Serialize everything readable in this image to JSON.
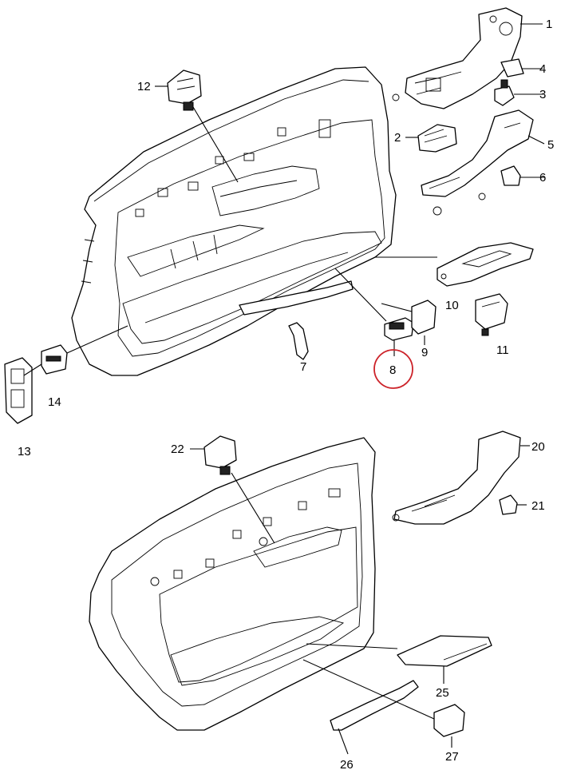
{
  "diagram": {
    "callouts": [
      {
        "id": "1",
        "label": "1"
      },
      {
        "id": "2",
        "label": "2"
      },
      {
        "id": "3",
        "label": "3"
      },
      {
        "id": "4",
        "label": "4"
      },
      {
        "id": "5",
        "label": "5"
      },
      {
        "id": "6",
        "label": "6"
      },
      {
        "id": "7",
        "label": "7"
      },
      {
        "id": "8",
        "label": "8",
        "highlighted": true
      },
      {
        "id": "9",
        "label": "9"
      },
      {
        "id": "10",
        "label": "10"
      },
      {
        "id": "11",
        "label": "11"
      },
      {
        "id": "12",
        "label": "12"
      },
      {
        "id": "13",
        "label": "13"
      },
      {
        "id": "14",
        "label": "14"
      },
      {
        "id": "20",
        "label": "20"
      },
      {
        "id": "21",
        "label": "21"
      },
      {
        "id": "22",
        "label": "22"
      },
      {
        "id": "25",
        "label": "25"
      },
      {
        "id": "26",
        "label": "26"
      },
      {
        "id": "27",
        "label": "27"
      }
    ],
    "highlight_color": "#cc2229"
  }
}
